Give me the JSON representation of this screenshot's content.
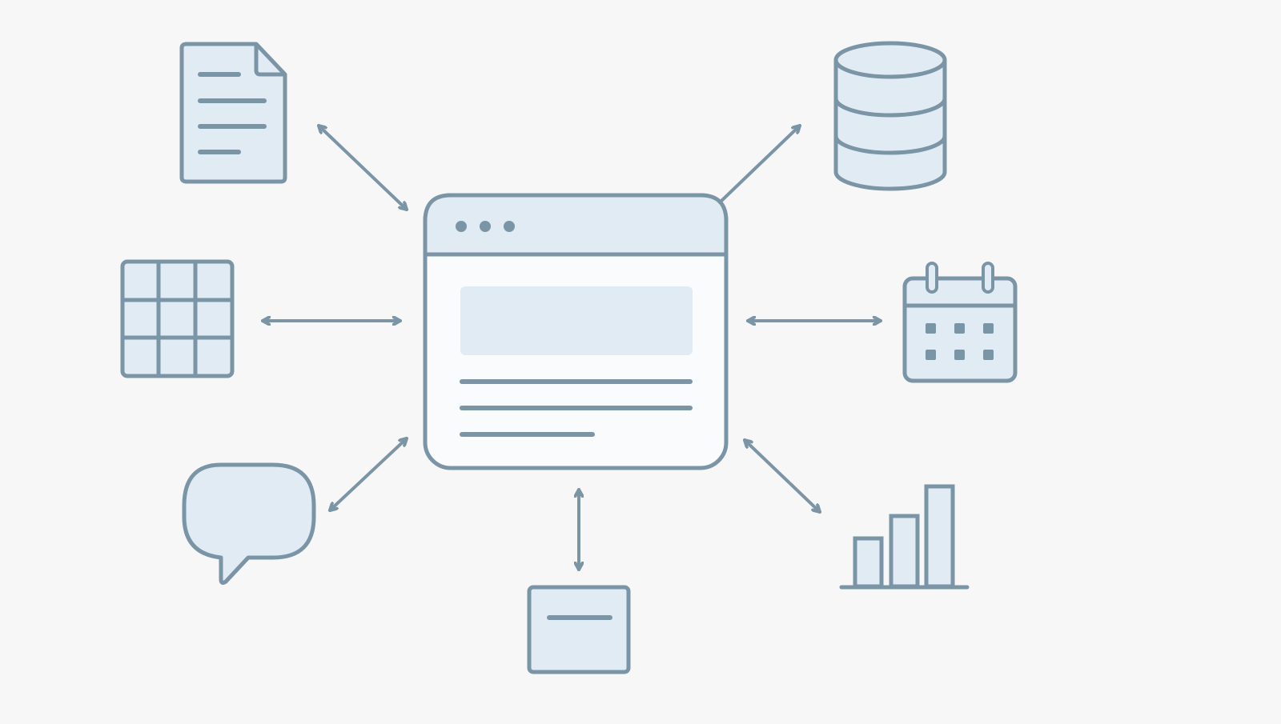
{
  "diagram": {
    "hub": {
      "name": "browser-window"
    },
    "nodes": [
      {
        "id": "document",
        "icon": "document-icon"
      },
      {
        "id": "database",
        "icon": "database-icon"
      },
      {
        "id": "grid",
        "icon": "grid-table-icon"
      },
      {
        "id": "calendar",
        "icon": "calendar-icon"
      },
      {
        "id": "chat",
        "icon": "chat-bubble-icon"
      },
      {
        "id": "panel",
        "icon": "window-panel-icon"
      },
      {
        "id": "chart",
        "icon": "bar-chart-icon"
      }
    ],
    "connections": [
      {
        "node": "document",
        "direction": "bidirectional"
      },
      {
        "node": "database",
        "direction": "outgoing"
      },
      {
        "node": "grid",
        "direction": "bidirectional"
      },
      {
        "node": "calendar",
        "direction": "bidirectional"
      },
      {
        "node": "chat",
        "direction": "bidirectional"
      },
      {
        "node": "panel",
        "direction": "bidirectional"
      },
      {
        "node": "chart",
        "direction": "bidirectional"
      }
    ]
  },
  "colors": {
    "background": "#f7f7f7",
    "stroke": "#7a95a6",
    "fill": "#e1ebf4",
    "window_fill": "#fafbfc"
  }
}
